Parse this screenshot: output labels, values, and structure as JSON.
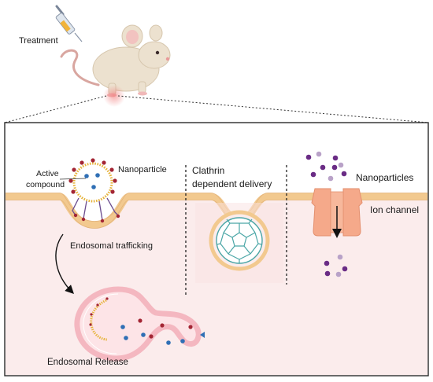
{
  "labels": {
    "treatment": "Treatment",
    "active_compound_line1": "Active",
    "active_compound_line2": "compound",
    "nanoparticle": "Nanoparticle",
    "clathrin_line1": "Clathrin",
    "clathrin_line2": "dependent delivery",
    "nanoparticles": "Nanoparticles",
    "ion_channel": "Ion channel",
    "endosomal_trafficking": "Endosomal trafficking",
    "endosomal_release": "Endosomal Release"
  },
  "colors": {
    "membrane_orange": "#f2c98f",
    "membrane_edge": "#e3b37a",
    "cell_pink": "#fbecec",
    "ligand_red": "#a32634",
    "cargo_blue": "#2f6fb5",
    "linker_purple": "#6b4c8e",
    "clathrin_teal": "#4aa6a6",
    "channel_orange": "#f5a98a",
    "particle_dark_purple": "#6a2c85",
    "particle_light_purple": "#b9a2c8",
    "endosome_pink": "#f4b7c0",
    "gold_dots": "#e6b33a"
  },
  "icons": [
    "syringe-icon",
    "mouse-icon",
    "arrow-icon"
  ]
}
